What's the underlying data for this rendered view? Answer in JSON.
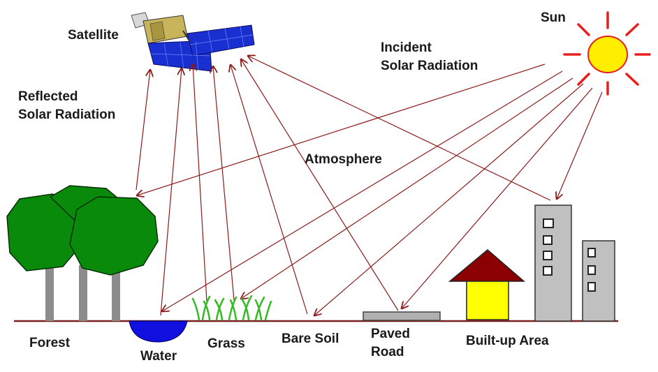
{
  "labels": {
    "satellite": "Satellite",
    "sun": "Sun",
    "incident": [
      "Incident",
      "Solar Radiation"
    ],
    "reflected": [
      "Reflected",
      "Solar Radiation"
    ],
    "atmosphere": "Atmosphere",
    "forest": "Forest",
    "water": "Water",
    "grass": "Grass",
    "bare_soil": "Bare Soil",
    "paved_road": [
      "Paved",
      "Road"
    ],
    "built_up": "Built-up Area"
  },
  "colors": {
    "ray": "#8b1a1a",
    "sun_fill": "#ffee00",
    "sun_rays": "#e81e1e",
    "ground": "#7a1f1f",
    "foliage": "#0a8a0a",
    "trunk": "#8c8c8c",
    "water": "#1010e0",
    "grass": "#33bb22",
    "house_wall": "#ffff00",
    "house_roof": "#8b0000",
    "building": "#c0c0c0",
    "road": "#b0b0b0"
  }
}
